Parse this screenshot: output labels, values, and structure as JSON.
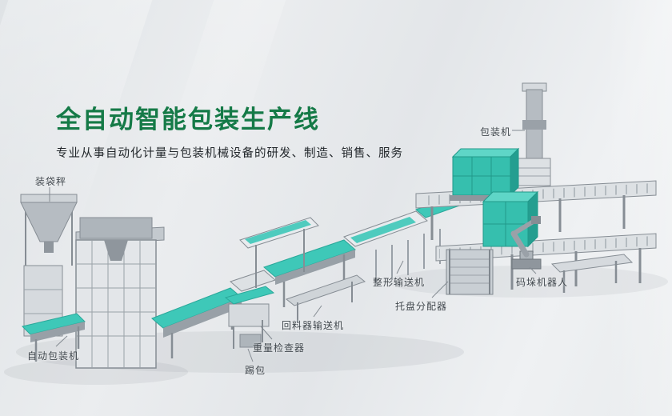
{
  "page": {
    "title": "全自动智能包装生产线",
    "subtitle": "专业从事自动化计量与包装机械设备的研发、制造、销售、服务"
  },
  "colors": {
    "title_green": "#157a47",
    "accent_teal": "#3ec8b8",
    "machine_gray": "#b6bcc2",
    "background": "#e8ebee",
    "label_text": "#3f464c"
  },
  "labels": [
    {
      "id": "bagging-scale",
      "text": "装袋秤"
    },
    {
      "id": "packing-machine",
      "text": "包装机"
    },
    {
      "id": "auto-packing-machine",
      "text": "自动包装机"
    },
    {
      "id": "kick-bag",
      "text": "踢包"
    },
    {
      "id": "weight-checker",
      "text": "重量检查器"
    },
    {
      "id": "return-conveyor",
      "text": "回料器输送机"
    },
    {
      "id": "shaping-conveyor",
      "text": "整形输送机"
    },
    {
      "id": "pallet-dispenser",
      "text": "托盘分配器"
    },
    {
      "id": "palletizing-robot",
      "text": "码垛机器人"
    }
  ]
}
